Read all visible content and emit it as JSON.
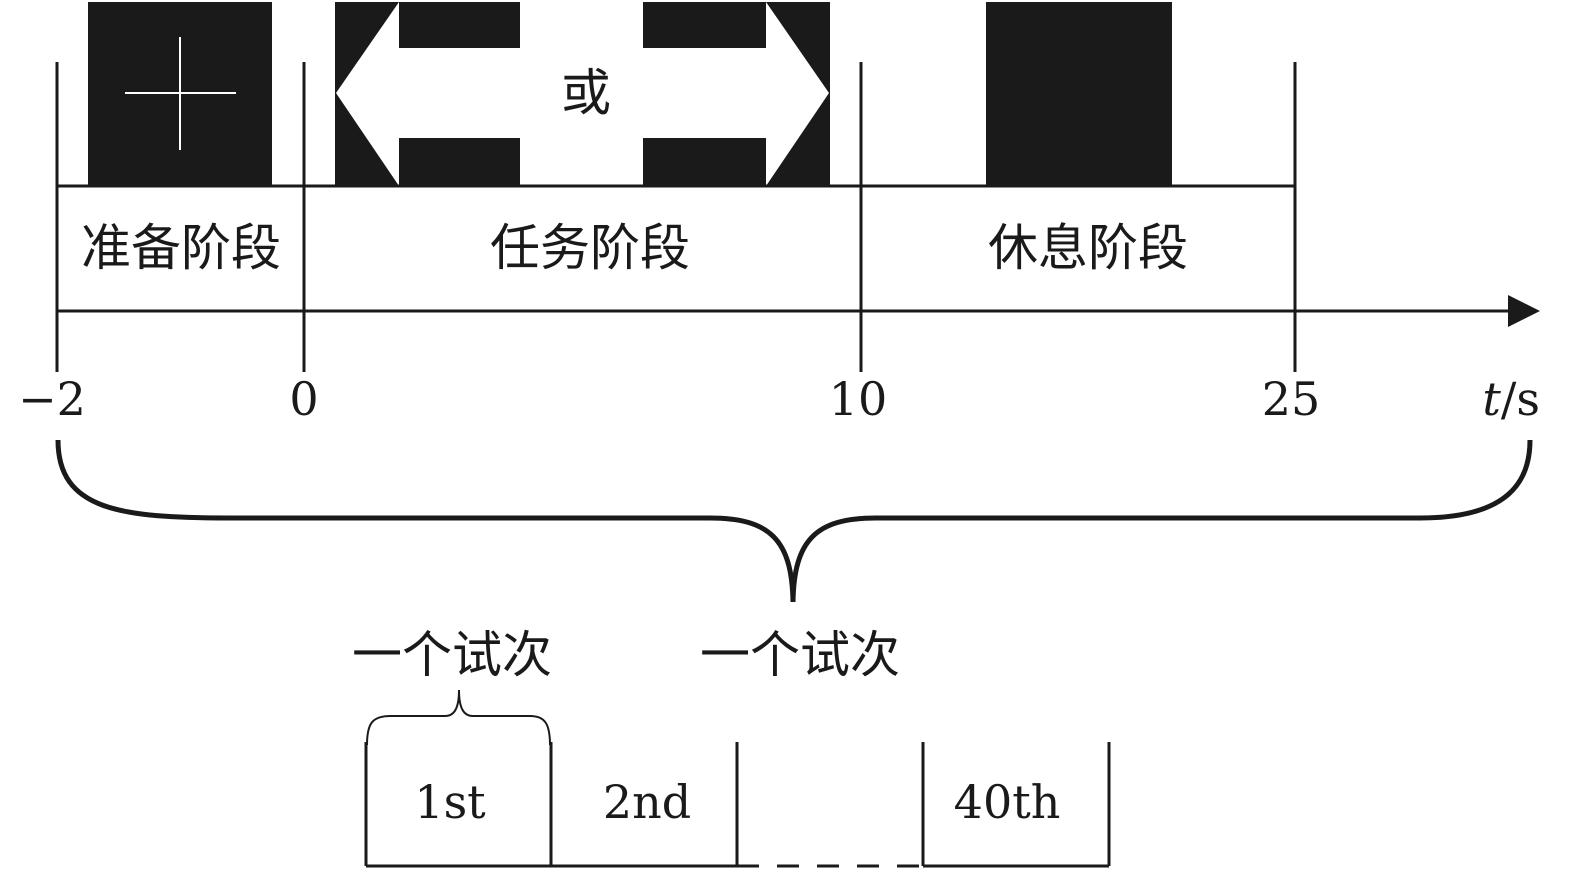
{
  "stimuli": {
    "fixation_icon": "crosshair",
    "left_arrow_icon": "arrow-left",
    "right_arrow_icon": "arrow-right",
    "or_label": "或",
    "rest_icon": "blank-screen"
  },
  "phases": [
    {
      "label": "准备阶段"
    },
    {
      "label": "任务阶段"
    },
    {
      "label": "休息阶段"
    }
  ],
  "axis": {
    "ticks": [
      "−2",
      "0",
      "10",
      "25"
    ],
    "unit_label_t": "t",
    "unit_label_s": "/s"
  },
  "trial_annotation_top": "一个试次",
  "trial_annotation_left": "一个试次",
  "trials": [
    "1st",
    "2nd",
    "",
    "40th"
  ],
  "colors": {
    "ink": "#1a1a1a",
    "stimulus_dark": "#1a1a1a",
    "background": "#ffffff"
  }
}
